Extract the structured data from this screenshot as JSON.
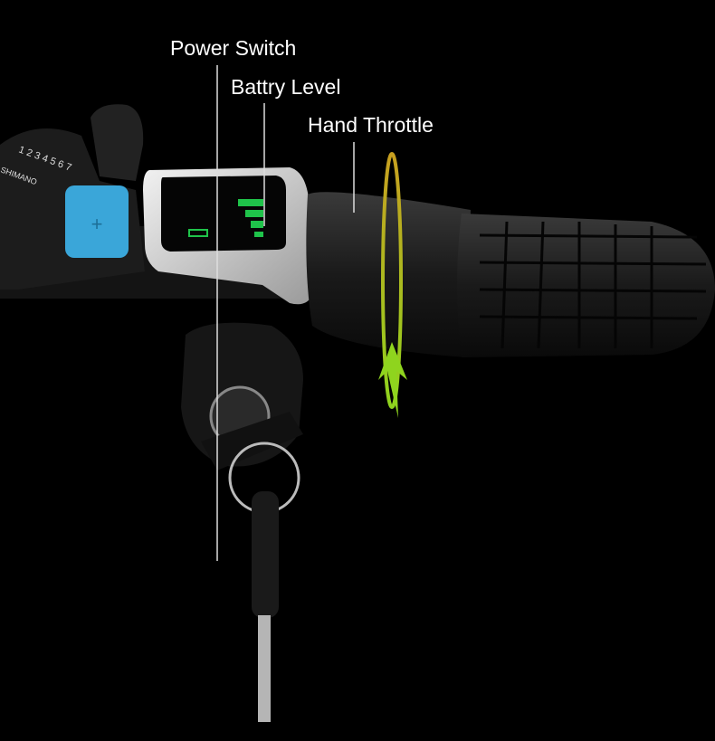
{
  "labels": {
    "power_switch": "Power Switch",
    "battery_level": "Battry Level",
    "hand_throttle": "Hand Throttle"
  },
  "shifter": {
    "brand": "SHIMANO",
    "gears": "1 2 3 4 5 6 7"
  },
  "colors": {
    "background": "#000000",
    "display_green": "#1fc34a",
    "shift_button_blue": "#3aa6d9",
    "throttle_arrow": "#b8c81e",
    "label_text": "#ffffff"
  }
}
